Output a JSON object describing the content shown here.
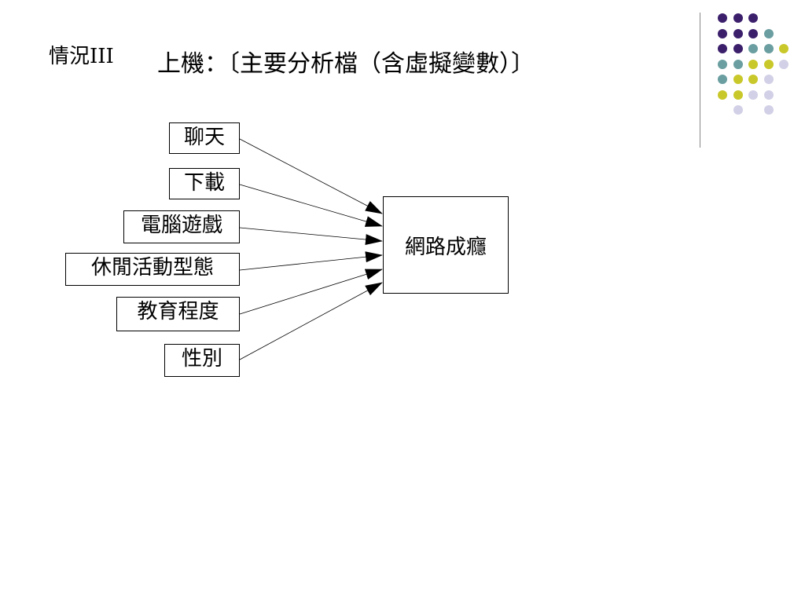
{
  "header": {
    "subtitle": "情況III",
    "title": "上機：〔主要分析檔（含虛擬變數）〕"
  },
  "diagram": {
    "inputs": [
      {
        "label": "聊天"
      },
      {
        "label": "下載"
      },
      {
        "label": "電腦遊戲"
      },
      {
        "label": "休閒活動型態"
      },
      {
        "label": "教育程度"
      },
      {
        "label": "性別"
      }
    ],
    "target": {
      "label": "網路成癮"
    }
  },
  "decoration": {
    "colors": {
      "purple": "#3b1f6b",
      "teal": "#6a9ea0",
      "yellow": "#c9c82a",
      "lavender": "#d2d0e6"
    }
  }
}
